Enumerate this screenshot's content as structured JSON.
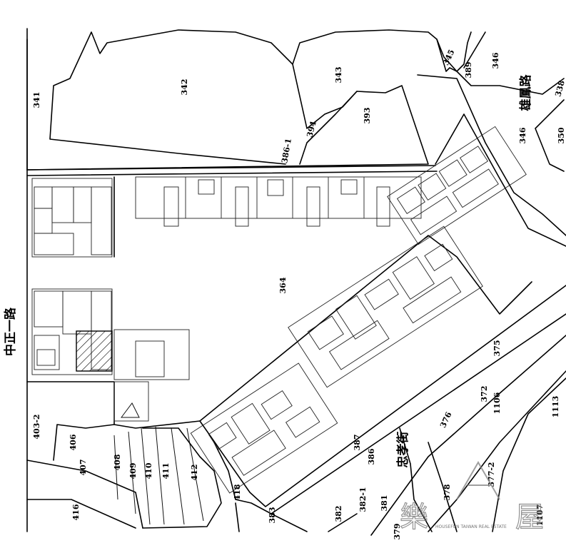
{
  "roads": {
    "zhongzheng": "中正一路",
    "xingguo": "雄鳳路",
    "zhongxiao": "忠孝街"
  },
  "plots": {
    "p341": "341",
    "p342": "342",
    "p343": "343",
    "p345": "345",
    "p346a": "346",
    "p346b": "346",
    "p338": "338",
    "p350": "350",
    "p393": "393",
    "p394": "394",
    "p3861": "386-1",
    "p389": "389",
    "p364": "364",
    "p375": "375",
    "p372": "372",
    "p1106": "1106",
    "p376": "376",
    "p1113": "1113",
    "p4032": "403-2",
    "p406": "406",
    "p407": "407",
    "p408": "408",
    "p409": "409",
    "p410": "410",
    "p411": "411",
    "p412": "412",
    "p416": "416",
    "p418": "418",
    "p387": "387",
    "p386": "386",
    "p382": "382",
    "p3821": "382-1",
    "p381": "381",
    "p379": "379",
    "p378": "378",
    "p3772": "377-2",
    "p1107": "1107",
    "p383": "383"
  },
  "watermark": {
    "text": "HOUSEFUN TAIWAN REAL ESTATE",
    "chars": [
      "樂",
      "屋"
    ]
  }
}
